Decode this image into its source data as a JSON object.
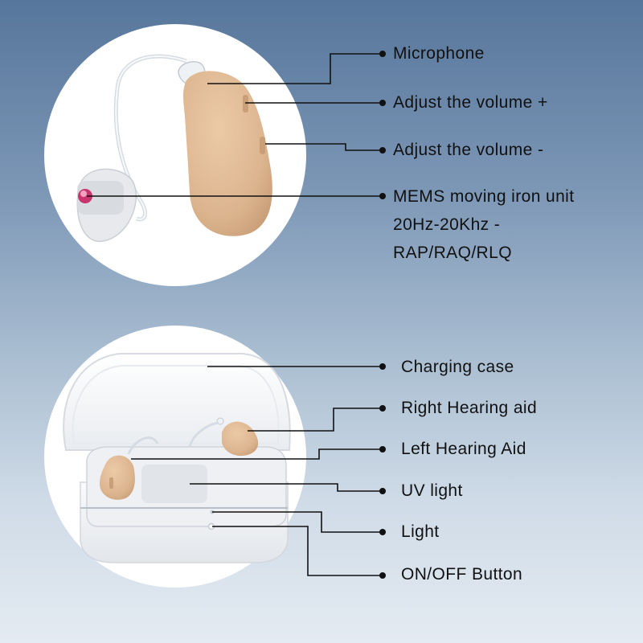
{
  "hearing_aid_callouts": {
    "microphone": "Microphone",
    "volume_up": "Adjust the volume +",
    "volume_down": "Adjust the volume -",
    "receiver_line1": "MEMS moving iron unit",
    "receiver_line2": "20Hz-20Khz -",
    "receiver_line3": "RAP/RAQ/RLQ"
  },
  "case_callouts": {
    "charging_case": "Charging case",
    "right_aid": "Right Hearing aid",
    "left_aid": "Left Hearing Aid",
    "uv_light": "UV light",
    "light": "Light",
    "on_off": "ON/OFF Button"
  },
  "colors": {
    "device_skin": "#e2bc97",
    "case_white": "#f4f5f7",
    "callout_line": "#111111",
    "receiver_tip": "#c8356e"
  }
}
